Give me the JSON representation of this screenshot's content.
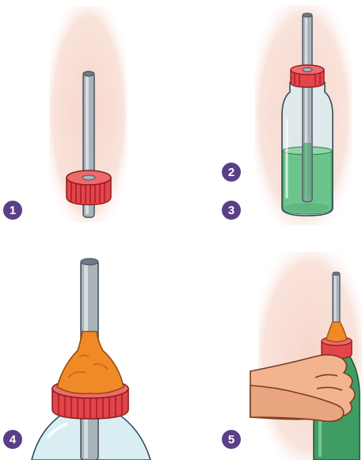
{
  "steps": [
    {
      "number": "1"
    },
    {
      "number": "2"
    },
    {
      "number": "3"
    },
    {
      "number": "4"
    },
    {
      "number": "5"
    }
  ],
  "colors": {
    "badge": "#5b3f86",
    "cap_red": "#e2454a",
    "water_green": "#6cc38c",
    "putty_orange": "#f08a26",
    "straw_gray": "#9aa5ad",
    "paper_pink": "#f7ddd3"
  }
}
